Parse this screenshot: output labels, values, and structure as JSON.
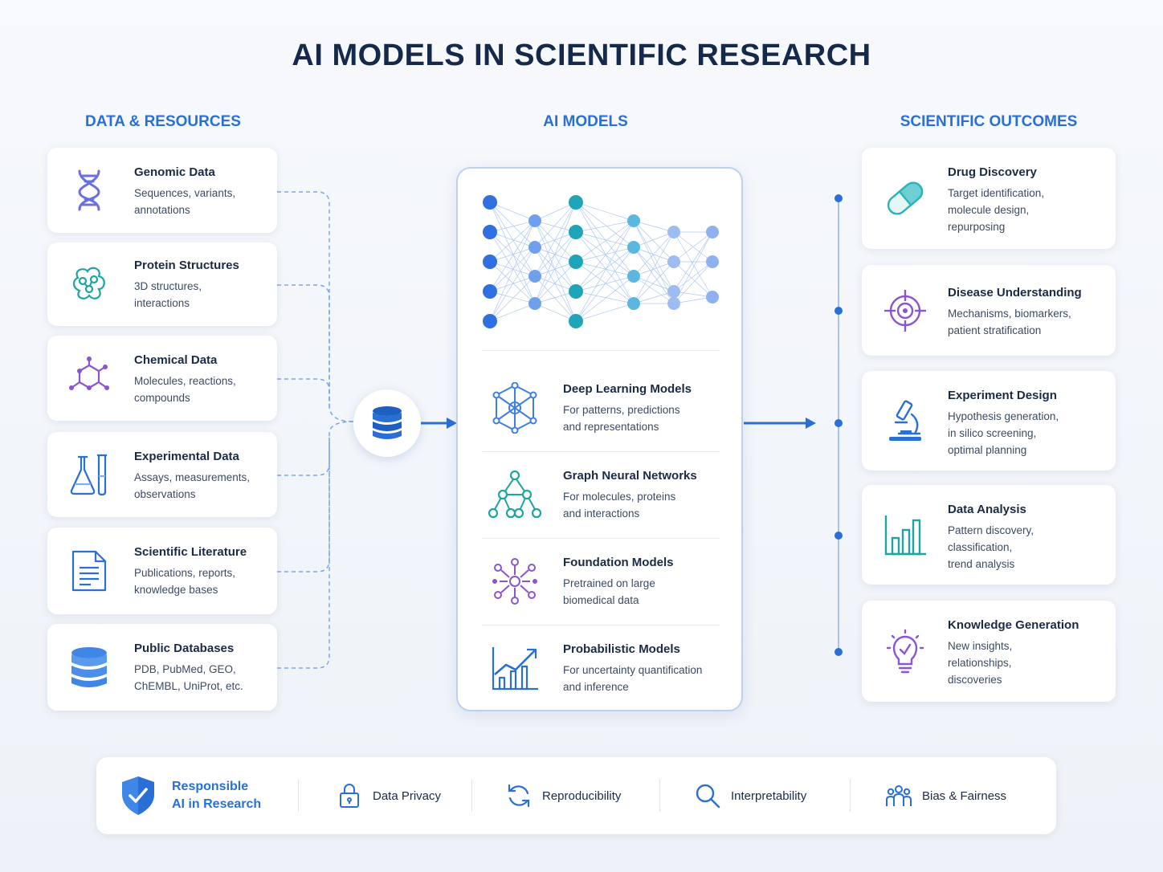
{
  "title": "AI MODELS IN SCIENTIFIC RESEARCH",
  "columns": {
    "left": "DATA & RESOURCES",
    "center": "AI MODELS",
    "right": "SCIENTIFIC OUTCOMES"
  },
  "data_resources": [
    {
      "title": "Genomic Data",
      "desc": "Sequences, variants,\nannotations",
      "icon": "dna-icon"
    },
    {
      "title": "Protein Structures",
      "desc": "3D structures,\ninteractions",
      "icon": "protein-icon"
    },
    {
      "title": "Chemical Data",
      "desc": "Molecules, reactions,\ncompounds",
      "icon": "molecule-icon"
    },
    {
      "title": "Experimental Data",
      "desc": "Assays, measurements,\nobservations",
      "icon": "flask-icon"
    },
    {
      "title": "Scientific Literature",
      "desc": "Publications, reports,\nknowledge bases",
      "icon": "document-icon"
    },
    {
      "title": "Public Databases",
      "desc": "PDB, PubMed, GEO,\nChEMBL, UniProt, etc.",
      "icon": "database-icon"
    }
  ],
  "ai_models": [
    {
      "title": "Deep Learning Models",
      "desc": "For patterns, predictions\nand representations",
      "icon": "network-icon"
    },
    {
      "title": "Graph Neural Networks",
      "desc": "For molecules, proteins\nand interactions",
      "icon": "graph-icon"
    },
    {
      "title": "Foundation Models",
      "desc": "Pretrained on large\nbiomedical data",
      "icon": "hub-nodes-icon"
    },
    {
      "title": "Probabilistic Models",
      "desc": "For uncertainty quantification\nand inference",
      "icon": "trend-chart-icon"
    }
  ],
  "outcomes": [
    {
      "title": "Drug Discovery",
      "desc": "Target identification,\nmolecule design,\nrepurposing",
      "icon": "pill-icon"
    },
    {
      "title": "Disease Understanding",
      "desc": "Mechanisms, biomarkers,\npatient stratification",
      "icon": "target-icon"
    },
    {
      "title": "Experiment Design",
      "desc": "Hypothesis generation,\nin silico screening,\noptimal planning",
      "icon": "microscope-icon"
    },
    {
      "title": "Data Analysis",
      "desc": "Pattern discovery,\nclassification,\ntrend analysis",
      "icon": "bar-chart-icon"
    },
    {
      "title": "Knowledge Generation",
      "desc": "New insights,\nrelationships,\ndiscoveries",
      "icon": "lightbulb-icon"
    }
  ],
  "bottom": {
    "responsible": "Responsible\nAI in Research",
    "items": [
      "Data Privacy",
      "Reproducibility",
      "Interpretability",
      "Bias & Fairness"
    ]
  },
  "colors": {
    "accent": "#2a6fd6",
    "teal": "#1fa5b8",
    "purple": "#8a55d0",
    "navy": "#152a4a"
  }
}
